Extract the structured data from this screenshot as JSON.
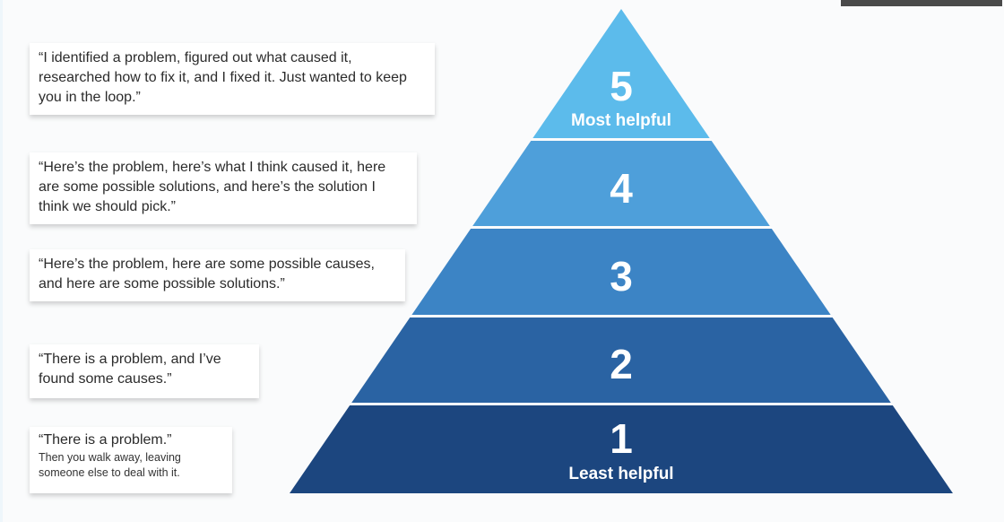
{
  "levels": [
    {
      "number": "5",
      "label": "Most helpful",
      "quote": "“I identified a problem, figured out what caused it, researched how to fix it, and I fixed it. Just wanted to keep you in the loop.”",
      "color": "#5cbbeb"
    },
    {
      "number": "4",
      "label": "",
      "quote": "“Here’s the problem, here’s what I think caused it, here are some possible solutions, and here’s the solution I think we should pick.”",
      "color": "#4e9fda"
    },
    {
      "number": "3",
      "label": "",
      "quote": "“Here’s the problem, here are some possible causes, and here are some possible solutions.”",
      "color": "#3c84c5"
    },
    {
      "number": "2",
      "label": "",
      "quote": "“There is a problem, and I’ve found some causes.”",
      "color": "#2a63a3"
    },
    {
      "number": "1",
      "label": "Least helpful",
      "quote": "“There is a problem.”",
      "note": "Then you walk away, leaving someone else to deal with it.",
      "color": "#1c467f"
    }
  ]
}
